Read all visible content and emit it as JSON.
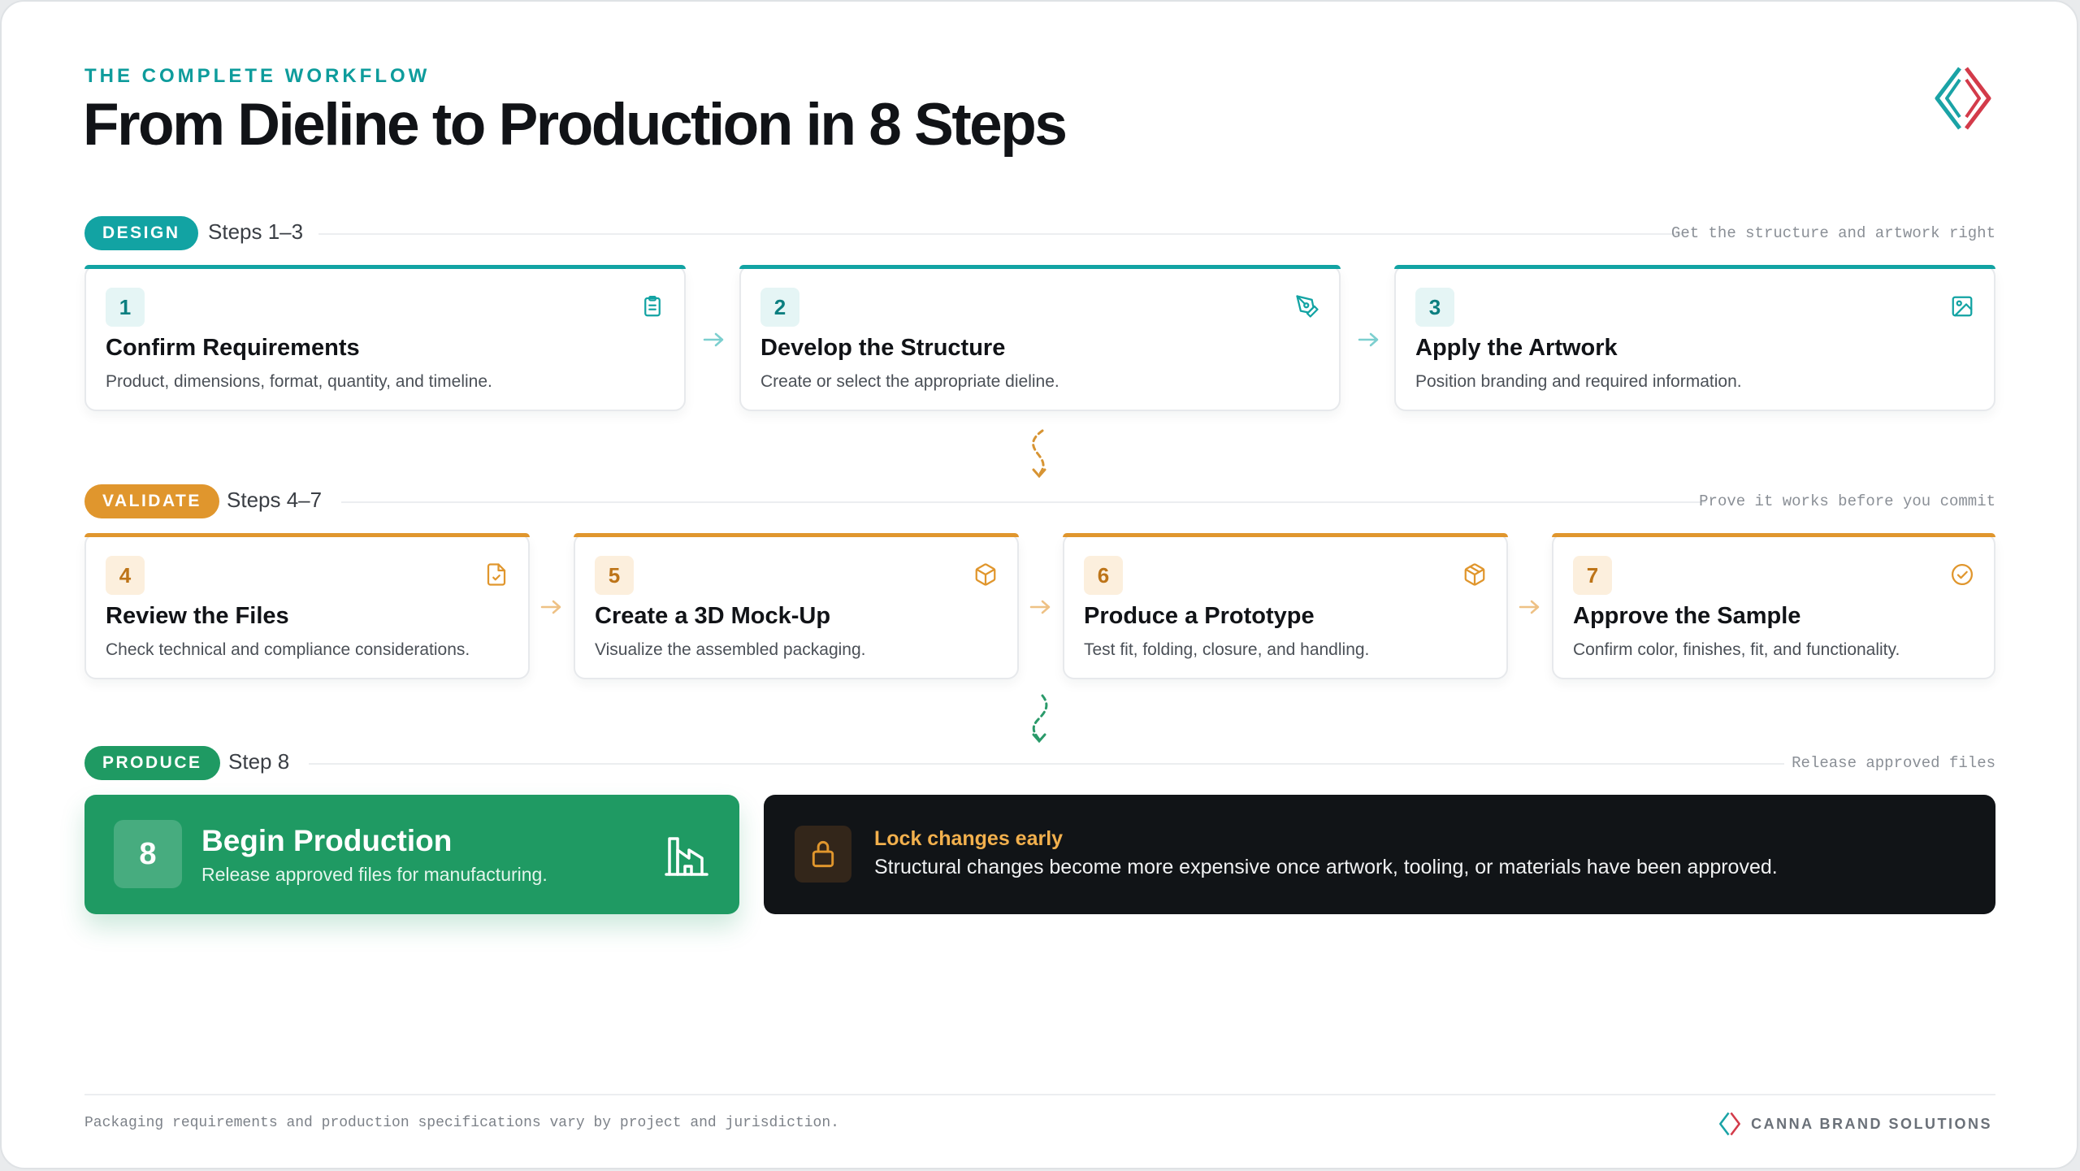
{
  "header": {
    "kicker": "THE COMPLETE WORKFLOW",
    "title": "From Dieline to Production in 8 Steps"
  },
  "colors": {
    "design": "#12a3a3",
    "validate": "#e0962d",
    "produce": "#1f9a63",
    "dark": "#111417",
    "warning_accent": "#f2b04d"
  },
  "sections": {
    "design": {
      "pill": "DESIGN",
      "steps": "Steps 1–3",
      "note": "Get the structure and artwork right"
    },
    "validate": {
      "pill": "VALIDATE",
      "steps": "Steps 4–7",
      "note": "Prove it works before you commit"
    },
    "produce": {
      "pill": "PRODUCE",
      "steps": "Step 8",
      "note": "Release approved files"
    }
  },
  "steps": [
    {
      "number": "1",
      "title": "Confirm Requirements",
      "description": "Product, dimensions, format, quantity, and timeline.",
      "icon": "clipboard-icon"
    },
    {
      "number": "2",
      "title": "Develop the Structure",
      "description": "Create or select the appropriate dieline.",
      "icon": "pen-tool-icon"
    },
    {
      "number": "3",
      "title": "Apply the Artwork",
      "description": "Position branding and required information.",
      "icon": "image-icon"
    },
    {
      "number": "4",
      "title": "Review the Files",
      "description": "Check technical and compliance considerations.",
      "icon": "file-check-icon"
    },
    {
      "number": "5",
      "title": "Create a 3D Mock-Up",
      "description": "Visualize the assembled packaging.",
      "icon": "box-icon"
    },
    {
      "number": "6",
      "title": "Produce a Prototype",
      "description": "Test fit, folding, closure, and handling.",
      "icon": "package-icon"
    },
    {
      "number": "7",
      "title": "Approve the Sample",
      "description": "Confirm color, finishes, fit, and functionality.",
      "icon": "check-circle-icon"
    }
  ],
  "production": {
    "number": "8",
    "title": "Begin Production",
    "description": "Release approved files for manufacturing.",
    "icon": "factory-icon"
  },
  "warning": {
    "title": "Lock changes early",
    "description": "Structural changes become more expensive once artwork, tooling, or materials have been approved.",
    "icon": "lock-icon"
  },
  "footer": {
    "note": "Packaging requirements and production specifications vary by project and jurisdiction.",
    "brand": "CANNA BRAND SOLUTIONS"
  }
}
